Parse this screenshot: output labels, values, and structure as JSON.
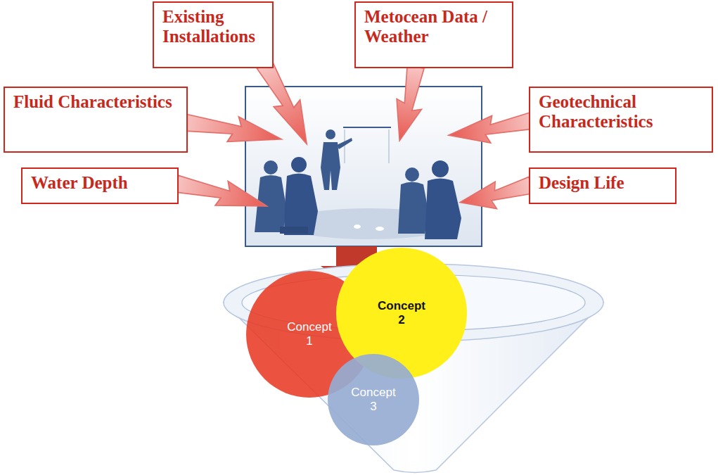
{
  "diagram": {
    "nodes": [
      {
        "text": [
          "Existing Installations"
        ]
      },
      {
        "text": [
          "Metocean Data / Weather"
        ]
      },
      {
        "text": [
          "Fluid Characteristics"
        ]
      },
      {
        "text": [
          "Geotechnical Characteristics"
        ]
      },
      {
        "text": [
          "Water Depth"
        ]
      },
      {
        "text": [
          "Design Life"
        ]
      },
      {
        "text": [
          "Concept 1"
        ]
      },
      {
        "text": [
          "Concept 2"
        ]
      },
      {
        "text": [
          "Concept 3"
        ]
      }
    ]
  }
}
